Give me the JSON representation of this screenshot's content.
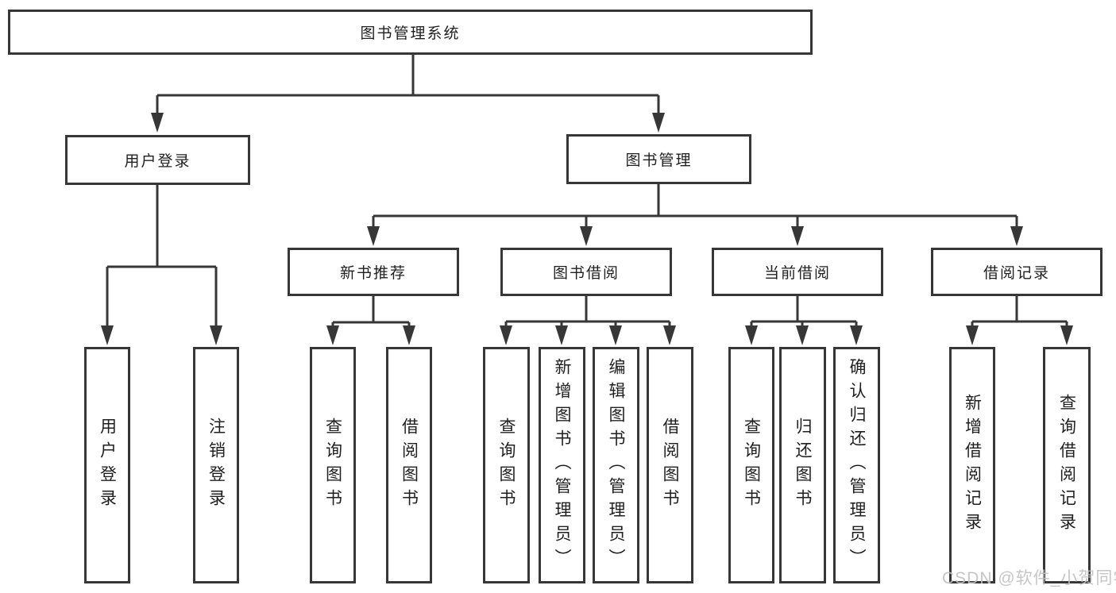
{
  "diagram": {
    "title": "图书管理系统",
    "tree": {
      "root": "图书管理系统",
      "branches": [
        {
          "label": "用户登录",
          "leaves": [
            "用户登录",
            "注销登录"
          ]
        },
        {
          "label": "图书管理",
          "groups": [
            {
              "label": "新书推荐",
              "leaves": [
                "查询图书",
                "借阅图书"
              ]
            },
            {
              "label": "图书借阅",
              "leaves": [
                "查询图书",
                "新增图书（管理员）",
                "编辑图书（管理员）",
                "借阅图书"
              ]
            },
            {
              "label": "当前借阅",
              "leaves": [
                "查询图书",
                "归还图书",
                "确认归还（管理员）"
              ]
            },
            {
              "label": "借阅记录",
              "leaves": [
                "新增借阅记录",
                "查询借阅记录"
              ]
            }
          ]
        }
      ]
    },
    "colors": {
      "line": "#373737",
      "text": "#1f1f1f",
      "background": "#ffffff",
      "watermark": "#c1c1c1"
    }
  },
  "watermark": "CSDN @软件_小贺同学"
}
